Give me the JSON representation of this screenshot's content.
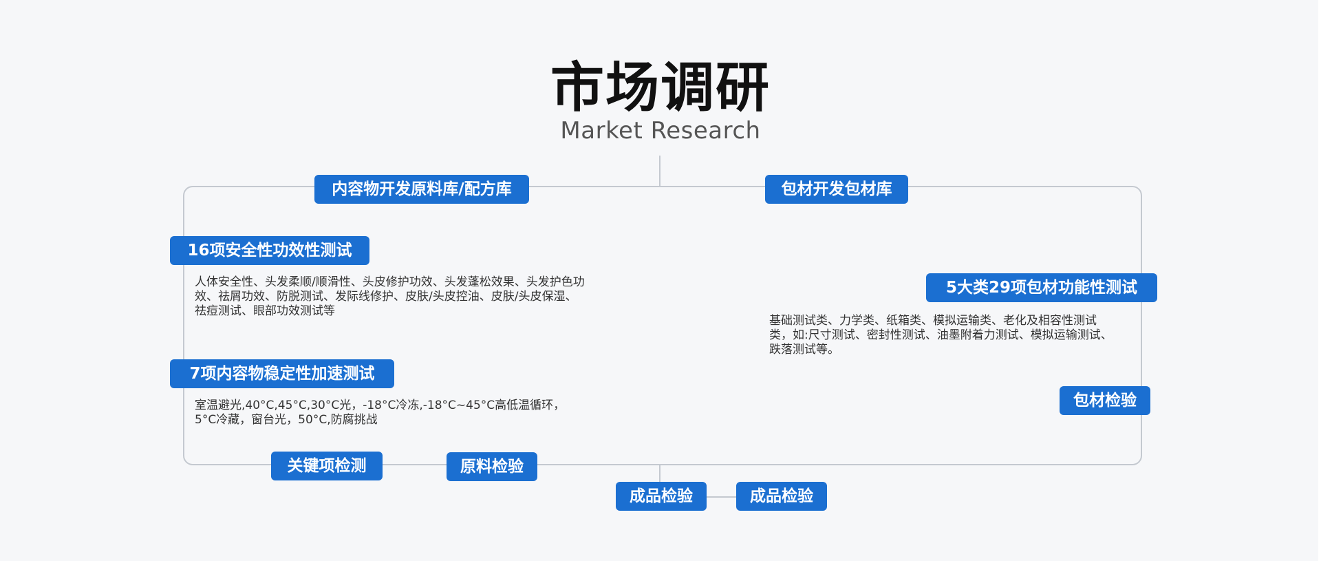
{
  "header": {
    "title": "市场调研",
    "subtitle": "Market Research"
  },
  "nodes": {
    "formula": "内容物开发原料库/配方库",
    "packaging_dev": "包材开发包材库",
    "safety_test": "16项安全性功效性测试",
    "stability_test": "7项内容物稳定性加速测试",
    "packaging_func_test": "5大类29项包材功能性测试",
    "packaging_inspection": "包材检验",
    "key_item_inspection": "关键项检测",
    "raw_material_inspection": "原料检验",
    "finished_inspection_1": "成品检验",
    "finished_inspection_2": "成品检验"
  },
  "descriptions": {
    "safety": [
      "人体安全性、头发柔顺/顺滑性、头皮修护功效、头发蓬松效果、头发护色功",
      "效、祛屑功效、防脱测试、发际线修护、皮肤/头皮控油、皮肤/头皮保湿、",
      "祛痘测试、眼部功效测试等"
    ],
    "stability": [
      "室温避光,40°C,45°C,30°C光，-18°C冷冻,-18°C~45°C高低温循环，",
      "5°C冷藏，窗台光，50°C,防腐挑战"
    ],
    "packaging": [
      "基础测试类、力学类、纸箱类、模拟运输类、老化及相容性测试",
      "类，如:尺寸测试、密封性测试、油墨附着力测试、模拟运输测试、",
      "跌落测试等。"
    ]
  },
  "colors": {
    "accent": "#1b6fd1",
    "background": "#f6f7f9",
    "line": "#c4c9d0"
  }
}
